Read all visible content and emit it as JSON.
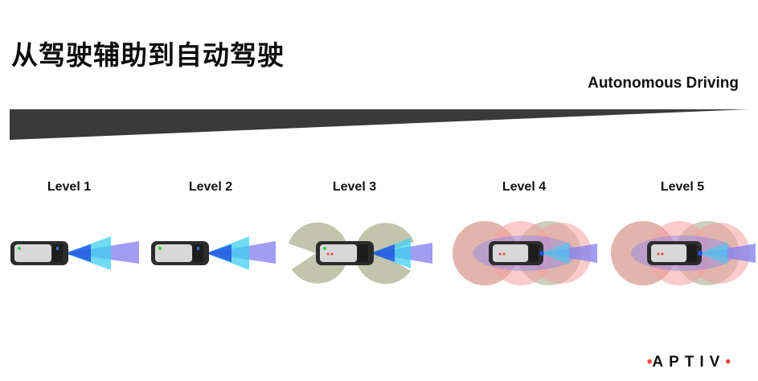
{
  "title": "从驾驶辅助到自动驾驶",
  "subtitle": "Autonomous Driving",
  "levels": [
    {
      "label": "Level 1"
    },
    {
      "label": "Level 2"
    },
    {
      "label": "Level 3"
    },
    {
      "label": "Level 4"
    },
    {
      "label": "Level 5"
    }
  ],
  "logo": {
    "text": "APTIV",
    "dot": "•"
  },
  "colors": {
    "wedge": "#3a3a3a",
    "sensor_short": "#3fd0f0",
    "sensor_long": "#8a84ee",
    "side_zone": "#b7bb9c",
    "red_zone": "#f4a0a0",
    "accent_dot": "#e8452c"
  }
}
